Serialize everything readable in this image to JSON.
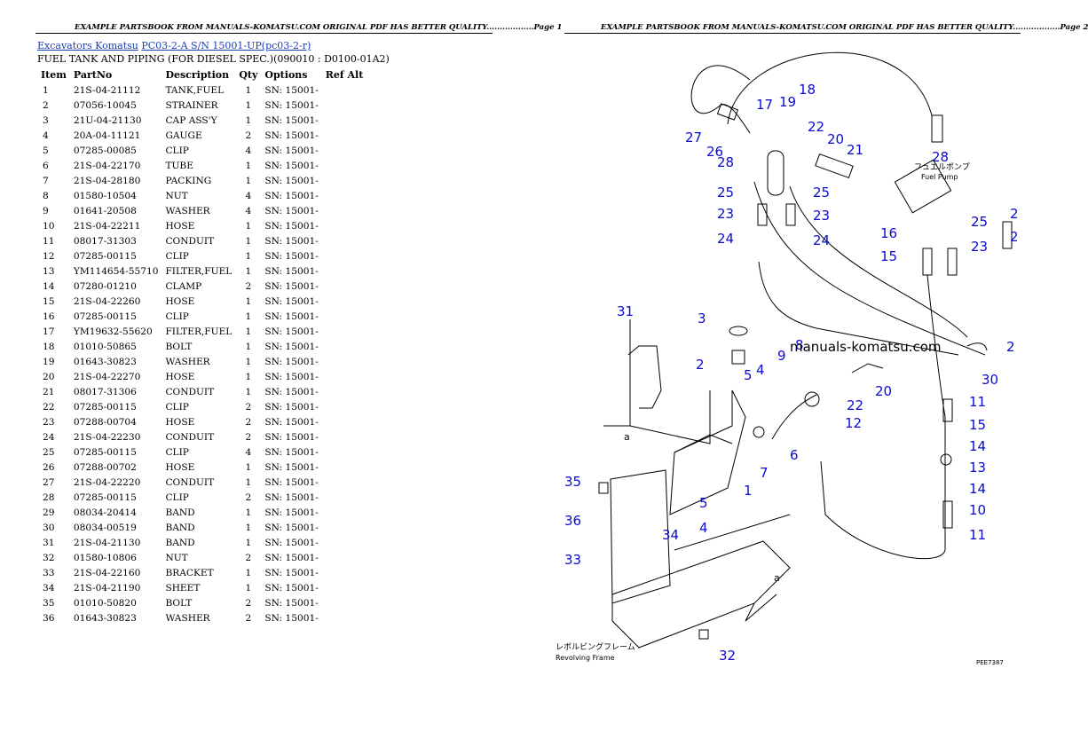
{
  "header": {
    "page1": "EXAMPLE PARTSBOOK FROM MANUALS-KOMATSU.COM ORIGINAL PDF HAS BETTER QUALITY..................Page 1",
    "page2": "EXAMPLE PARTSBOOK FROM MANUALS-KOMATSU.COM ORIGINAL PDF HAS BETTER QUALITY..................Page 2"
  },
  "breadcrumb": {
    "link1": "Excavators Komatsu",
    "link2": "PC03-2-A S/N 15001-UP(pc03-2-r)"
  },
  "title": "FUEL TANK AND PIPING (FOR DIESEL SPEC.)(090010 : D0100-01A2)",
  "table": {
    "headers": [
      "Item",
      "PartNo",
      "Description",
      "Qty",
      "Options",
      "Ref Alt"
    ],
    "rows": [
      [
        "1",
        "21S-04-21112",
        "TANK,FUEL",
        "1",
        "SN: 15001-"
      ],
      [
        "2",
        "07056-10045",
        "STRAINER",
        "1",
        "SN: 15001-"
      ],
      [
        "3",
        "21U-04-21130",
        "CAP ASS'Y",
        "1",
        "SN: 15001-"
      ],
      [
        "4",
        "20A-04-11121",
        "GAUGE",
        "2",
        "SN: 15001-"
      ],
      [
        "5",
        "07285-00085",
        "CLIP",
        "4",
        "SN: 15001-"
      ],
      [
        "6",
        "21S-04-22170",
        "TUBE",
        "1",
        "SN: 15001-"
      ],
      [
        "7",
        "21S-04-28180",
        "PACKING",
        "1",
        "SN: 15001-"
      ],
      [
        "8",
        "01580-10504",
        "NUT",
        "4",
        "SN: 15001-"
      ],
      [
        "9",
        "01641-20508",
        "WASHER",
        "4",
        "SN: 15001-"
      ],
      [
        "10",
        "21S-04-22211",
        "HOSE",
        "1",
        "SN: 15001-"
      ],
      [
        "11",
        "08017-31303",
        "CONDUIT",
        "1",
        "SN: 15001-"
      ],
      [
        "12",
        "07285-00115",
        "CLIP",
        "1",
        "SN: 15001-"
      ],
      [
        "13",
        "YM114654-55710",
        "FILTER,FUEL",
        "1",
        "SN: 15001-"
      ],
      [
        "14",
        "07280-01210",
        "CLAMP",
        "2",
        "SN: 15001-"
      ],
      [
        "15",
        "21S-04-22260",
        "HOSE",
        "1",
        "SN: 15001-"
      ],
      [
        "16",
        "07285-00115",
        "CLIP",
        "1",
        "SN: 15001-"
      ],
      [
        "17",
        "YM19632-55620",
        "FILTER,FUEL",
        "1",
        "SN: 15001-"
      ],
      [
        "18",
        "01010-50865",
        "BOLT",
        "1",
        "SN: 15001-"
      ],
      [
        "19",
        "01643-30823",
        "WASHER",
        "1",
        "SN: 15001-"
      ],
      [
        "20",
        "21S-04-22270",
        "HOSE",
        "1",
        "SN: 15001-"
      ],
      [
        "21",
        "08017-31306",
        "CONDUIT",
        "1",
        "SN: 15001-"
      ],
      [
        "22",
        "07285-00115",
        "CLIP",
        "2",
        "SN: 15001-"
      ],
      [
        "23",
        "07288-00704",
        "HOSE",
        "2",
        "SN: 15001-"
      ],
      [
        "24",
        "21S-04-22230",
        "CONDUIT",
        "2",
        "SN: 15001-"
      ],
      [
        "25",
        "07285-00115",
        "CLIP",
        "4",
        "SN: 15001-"
      ],
      [
        "26",
        "07288-00702",
        "HOSE",
        "1",
        "SN: 15001-"
      ],
      [
        "27",
        "21S-04-22220",
        "CONDUIT",
        "1",
        "SN: 15001-"
      ],
      [
        "28",
        "07285-00115",
        "CLIP",
        "2",
        "SN: 15001-"
      ],
      [
        "29",
        "08034-20414",
        "BAND",
        "1",
        "SN: 15001-"
      ],
      [
        "30",
        "08034-00519",
        "BAND",
        "1",
        "SN: 15001-"
      ],
      [
        "31",
        "21S-04-21130",
        "BAND",
        "1",
        "SN: 15001-"
      ],
      [
        "32",
        "01580-10806",
        "NUT",
        "2",
        "SN: 15001-"
      ],
      [
        "33",
        "21S-04-22160",
        "BRACKET",
        "1",
        "SN: 15001-"
      ],
      [
        "34",
        "21S-04-21190",
        "SHEET",
        "1",
        "SN: 15001-"
      ],
      [
        "35",
        "01010-50820",
        "BOLT",
        "2",
        "SN: 15001-"
      ],
      [
        "36",
        "01643-30823",
        "WASHER",
        "2",
        "SN: 15001-"
      ]
    ]
  },
  "diagram": {
    "watermark": "manuals-komatsu.com",
    "fuel_pump_jp": "フュエルポンプ",
    "fuel_pump_en": "Fuel Pump",
    "frame_jp": "レボルビングフレーム",
    "frame_en": "Revolving Frame",
    "drawing_code": "PEE7387",
    "view_letter": "a",
    "callouts": [
      {
        "n": "18"
      },
      {
        "n": "17"
      },
      {
        "n": "19"
      },
      {
        "n": "27"
      },
      {
        "n": "26"
      },
      {
        "n": "28"
      },
      {
        "n": "22"
      },
      {
        "n": "20"
      },
      {
        "n": "21"
      },
      {
        "n": "25"
      },
      {
        "n": "23"
      },
      {
        "n": "24"
      },
      {
        "n": "25"
      },
      {
        "n": "23"
      },
      {
        "n": "24"
      },
      {
        "n": "28"
      },
      {
        "n": "16"
      },
      {
        "n": "15"
      },
      {
        "n": "25"
      },
      {
        "n": "23"
      },
      {
        "n": "2"
      },
      {
        "n": "2"
      },
      {
        "n": "31"
      },
      {
        "n": "3"
      },
      {
        "n": "2"
      },
      {
        "n": "5"
      },
      {
        "n": "4"
      },
      {
        "n": "9"
      },
      {
        "n": "8"
      },
      {
        "n": "20"
      },
      {
        "n": "22"
      },
      {
        "n": "12"
      },
      {
        "n": "2"
      },
      {
        "n": "30"
      },
      {
        "n": "11"
      },
      {
        "n": "15"
      },
      {
        "n": "14"
      },
      {
        "n": "13"
      },
      {
        "n": "14"
      },
      {
        "n": "10"
      },
      {
        "n": "11"
      },
      {
        "n": "6"
      },
      {
        "n": "7"
      },
      {
        "n": "1"
      },
      {
        "n": "35"
      },
      {
        "n": "36"
      },
      {
        "n": "33"
      },
      {
        "n": "5"
      },
      {
        "n": "4"
      },
      {
        "n": "34"
      },
      {
        "n": "32"
      }
    ]
  }
}
